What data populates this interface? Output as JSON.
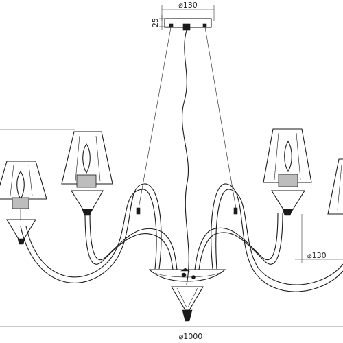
{
  "dimensions": {
    "canopy_diameter": "⌀130",
    "canopy_height": "25",
    "shade_diameter": "⌀130",
    "overall_diameter": "⌀1000"
  },
  "colors": {
    "line": "#1a1a1a",
    "shade_fill": "#bdbdbd"
  }
}
